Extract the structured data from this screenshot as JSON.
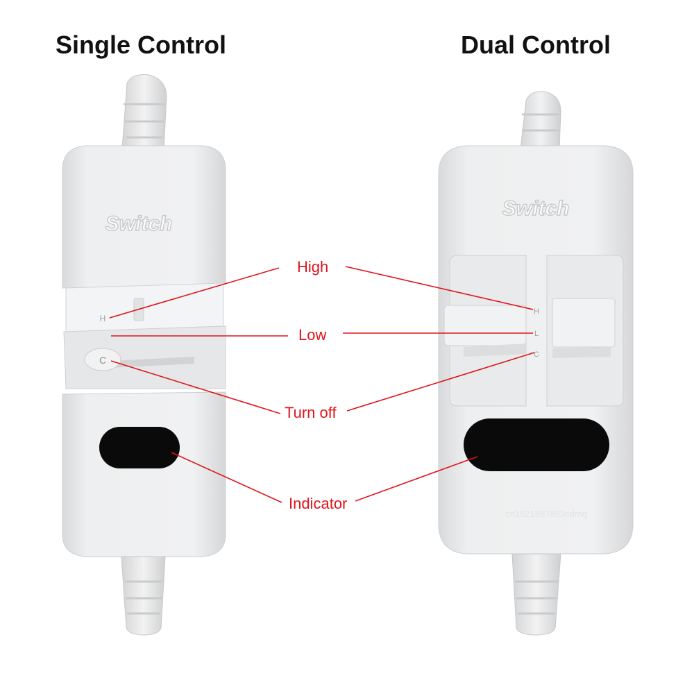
{
  "titles": {
    "single": "Single Control",
    "dual": "Dual Control"
  },
  "callouts": {
    "high": "High",
    "low": "Low",
    "off": "Turn off",
    "indicator": "Indicator"
  },
  "device_markings": {
    "brand": "Switch",
    "single": {
      "h": "H",
      "c": "C"
    },
    "dual": {
      "h": "H",
      "l": "L",
      "c": "C"
    },
    "watermark": "cn1521887853cdmq"
  },
  "colors": {
    "callout": "#e0141c",
    "device_body": "#ecedee",
    "indicator": "#0a0a0a"
  }
}
